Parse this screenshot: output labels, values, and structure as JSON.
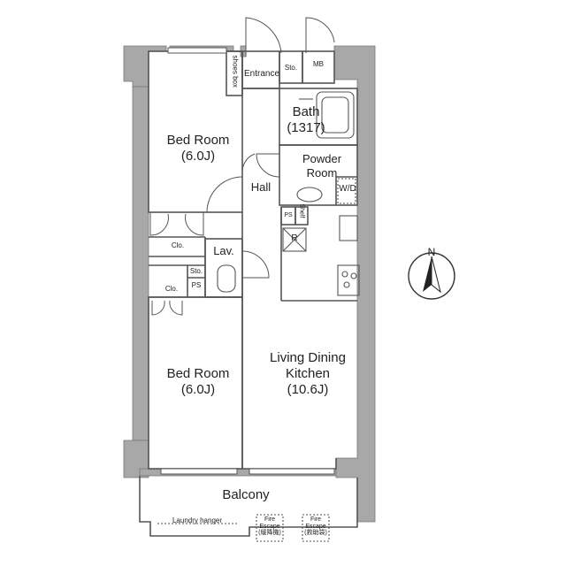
{
  "rooms": {
    "bedroom_top": {
      "name": "Bed Room",
      "size": "(6.0J)"
    },
    "bedroom_bottom": {
      "name": "Bed Room",
      "size": "(6.0J)"
    },
    "ldk": {
      "line1": "Living Dining",
      "line2": "Kitchen",
      "size": "(10.6J)"
    },
    "bath": {
      "name": "Bath",
      "size": "(1317)"
    },
    "powder": {
      "line1": "Powder",
      "line2": "Room"
    },
    "hall": "Hall",
    "entrance": "Entrance",
    "lav": "Lav.",
    "balcony": "Balcony"
  },
  "storage": {
    "shoes_box": "shoes box",
    "sto_entrance": "Sto.",
    "mb": "MB",
    "wd": "W/D",
    "ps_kitchen": "PS",
    "shelf": "Shelf",
    "r": "R",
    "clo_top": "Clo.",
    "sto_lav": "Sto.",
    "ps_lav": "PS",
    "clo_bottom": "Clo."
  },
  "balcony_items": {
    "laundry": "Laundry hanger",
    "fire1_line1": "Fire",
    "fire1_line2": "Escape",
    "fire1_line3": "(緩降機)",
    "fire2_line1": "Fire",
    "fire2_line2": "Escape",
    "fire2_line3": "(救助袋)"
  },
  "compass": "N",
  "colors": {
    "wall": "#a8a8a8",
    "line": "#555555"
  }
}
